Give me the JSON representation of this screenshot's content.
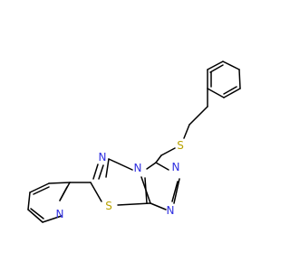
{
  "molecule": {
    "atom_labels": {
      "thiazole_n": "N",
      "bridgehead_n": "N",
      "triazole_n_upper": "N",
      "triazole_n_lower": "N",
      "thiadiazole_s": "S",
      "thioether_s": "S",
      "pyridine_n": "N"
    },
    "colors": {
      "nitrogen": "#2F2FE0",
      "sulfur": "#B8A200",
      "bond": "#000000",
      "background": "#FFFFFF"
    }
  }
}
